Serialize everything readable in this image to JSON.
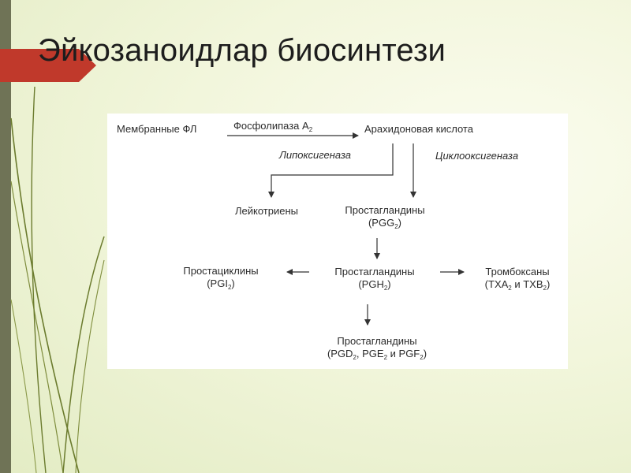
{
  "slide": {
    "title": "Эйкозаноидлар биосинтези",
    "colors": {
      "accent": "#c0392b",
      "sidebar": "#6f7356",
      "decor_line": "#6b7b2e"
    }
  },
  "diagram": {
    "membrane": "Мембранные ФЛ",
    "phospholipase": {
      "text": "Фосфолипаза А",
      "sub": "2"
    },
    "arachidonic": "Арахидоновая кислота",
    "lipoxygenase": "Липоксигеназа",
    "cyclooxygenase": "Циклооксигеназа",
    "leukotrienes": "Лейкотриены",
    "pgg": {
      "name": "Простагландины",
      "p1": "(PGG",
      "s1": "2",
      "p2": ")"
    },
    "prostacyclins": {
      "name": "Простациклины",
      "p1": "(PGI",
      "s1": "2",
      "p2": ")"
    },
    "pgh": {
      "name": "Простагландины",
      "p1": "(PGH",
      "s1": "2",
      "p2": ")"
    },
    "thromboxanes": {
      "name": "Тромбоксаны",
      "p1": "(TXA",
      "s1": "2",
      "p2": " и TXB",
      "s2": "2",
      "p3": ")"
    },
    "pgd": {
      "name": "Простагландины",
      "p1": "(PGD",
      "s1": "2",
      "p2": ", PGE",
      "s2": "2",
      "p3": " и PGF",
      "s3": "2",
      "p4": ")"
    }
  }
}
